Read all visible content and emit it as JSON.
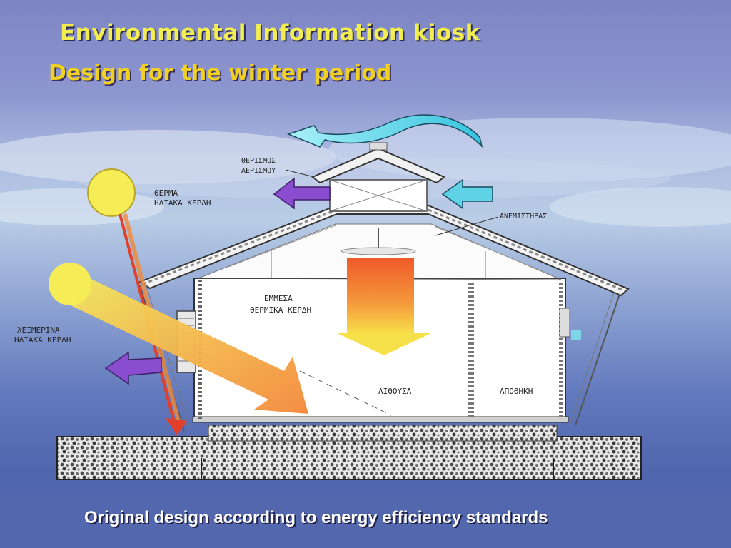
{
  "slide": {
    "title": "Environmental Information kiosk",
    "subtitle": "Design for the winter period",
    "caption": "Original design according to energy efficiency standards"
  },
  "diagram": {
    "labels": {
      "ventilation": [
        "ΘΕΡΙΣΜΟΣ",
        "ΑΕΡΙΣΜΟΥ"
      ],
      "direct_gain_top": [
        "ΘΕΡΜΑ",
        "ΗΛΙΑΚΑ ΚΕΡΔΗ"
      ],
      "indirect_gain": [
        "ΕΜΜΕΣΑ",
        "ΘΕΡΜΙΚΑ ΚΕΡΔΗ"
      ],
      "low_sun": [
        "ΧΕΙΜΕΡΙΝΑ",
        "ΗΛΙΑΚΑ ΚΕΡΔΗ"
      ],
      "fan": [
        "ΑΝΕΜΙΣΤΗΡΑΣ"
      ],
      "hall": [
        "ΑΙΘΟΥΣΑ"
      ],
      "storage": [
        "ΑΠΟΘΗΚΗ"
      ]
    },
    "colors": {
      "background_top": "#7e84c4",
      "background_bottom": "#5568ae",
      "title": "#f2ee50",
      "subtitle": "#f0d020",
      "sun": "#f6ec55",
      "warm_arrow": "#f4933a",
      "cool_arrow": "#5fd2e6",
      "exhaust_arrow": "#8a4dd0",
      "heat_column": "#ef6b2a"
    }
  }
}
